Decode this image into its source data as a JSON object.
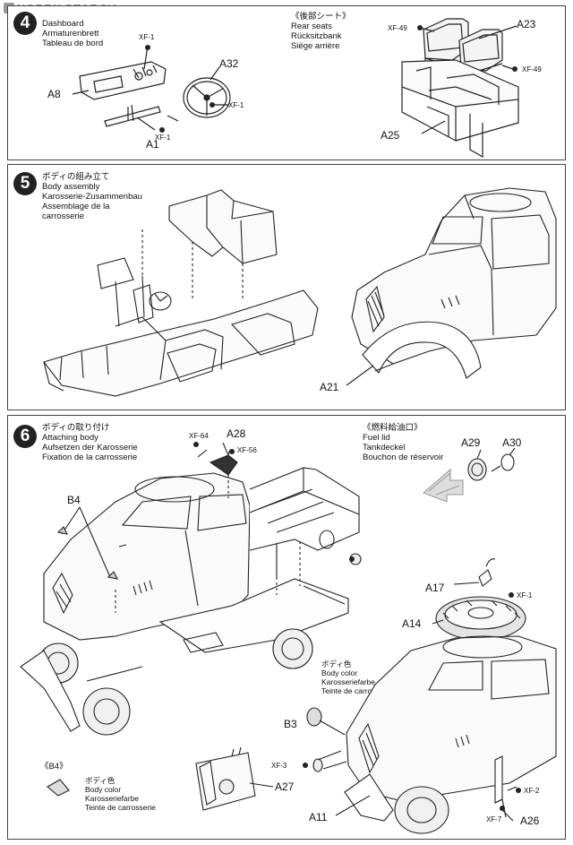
{
  "watermark": {
    "text": "HOBBY SEARCH"
  },
  "step4": {
    "number": "4",
    "title_lines": [
      "Dashboard",
      "Armaturenbrett",
      "Tableau de bord"
    ],
    "sub_title_jp": "《後部シート》",
    "sub_lines": [
      "Rear seats",
      "Rücksitzbank",
      "Siège arrière"
    ],
    "parts": {
      "a8": "A8",
      "a32": "A32",
      "a1": "A1",
      "a23": "A23",
      "a25": "A25"
    },
    "paints": {
      "xf1_top": "XF-1",
      "xf1_wheel": "XF-1",
      "xf1_bottom": "XF-1",
      "xf49_left": "XF-49",
      "xf49_right": "XF-49"
    }
  },
  "step5": {
    "number": "5",
    "title_lines": [
      "ボディの組み立て",
      "Body assembly",
      "Karosserie-Zusammenbau",
      "Assemblage de la",
      "carrosserie"
    ],
    "parts": {
      "a21": "A21"
    }
  },
  "step6": {
    "number": "6",
    "title_lines": [
      "ボディの取り付け",
      "Attaching body",
      "Aufsetzen der Karosserie",
      "Fixation de la carrosserie"
    ],
    "fuel_title_jp": "《燃料給油口》",
    "fuel_lines": [
      "Fuel lid",
      "Tankdeckel",
      "Bouchon de réservoir"
    ],
    "body_color_lines": [
      "ボディ色",
      "Body color",
      "Karosseriefarbe",
      "Teinte de carrosserie"
    ],
    "b4_title": "《B4》",
    "b4_color_lines": [
      "ボディ色",
      "Body color",
      "Karosseriefarbe",
      "Teinte de carrosserie"
    ],
    "parts": {
      "a28": "A28",
      "b4": "B4",
      "a29": "A29",
      "a30": "A30",
      "a17": "A17",
      "a14": "A14",
      "b3": "B3",
      "a27": "A27",
      "a11": "A11",
      "a26": "A26"
    },
    "paints": {
      "xf64": "XF-64",
      "xf56": "XF-56",
      "xf1": "XF-1",
      "xf3": "XF-3",
      "xf2": "XF-2",
      "xf7": "XF-7"
    }
  }
}
